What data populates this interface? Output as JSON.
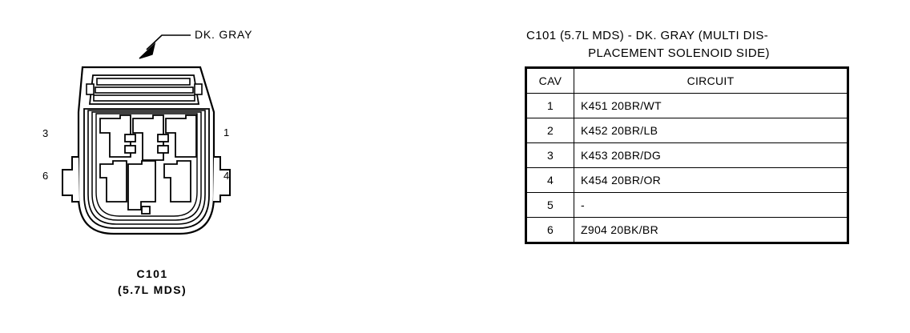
{
  "connector": {
    "callout_label": "DK. GRAY",
    "caption_line1": "C101",
    "caption_line2": "(5.7L MDS)",
    "cavity_numbers": {
      "top_left": "3",
      "bottom_left": "6",
      "top_right": "1",
      "bottom_right": "4"
    }
  },
  "table": {
    "title_line1": "C101 (5.7L MDS) - DK. GRAY (MULTI DIS-",
    "title_line2": "PLACEMENT SOLENOID SIDE)",
    "headers": {
      "cav": "CAV",
      "circuit": "CIRCUIT"
    },
    "rows": [
      {
        "cav": "1",
        "circuit": "K451  20BR/WT"
      },
      {
        "cav": "2",
        "circuit": "K452  20BR/LB"
      },
      {
        "cav": "3",
        "circuit": "K453  20BR/DG"
      },
      {
        "cav": "4",
        "circuit": "K454  20BR/OR"
      },
      {
        "cav": "5",
        "circuit": "-"
      },
      {
        "cav": "6",
        "circuit": "Z904  20BK/BR"
      }
    ]
  },
  "colors": {
    "ink": "#000000",
    "paper": "#ffffff"
  }
}
